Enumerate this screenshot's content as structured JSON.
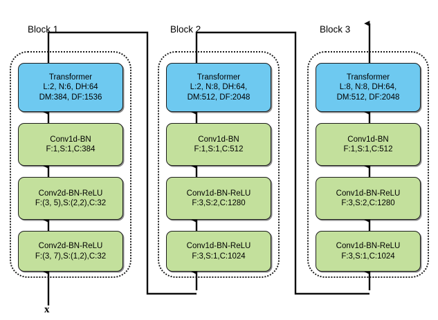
{
  "figure": {
    "type": "neural-network-architecture-diagram",
    "input_label": "x",
    "colors": {
      "transformer_fill": "#6ec9f0",
      "conv_fill": "#c3e09c",
      "stroke": "#1a1a1a",
      "background": "#ffffff"
    }
  },
  "blocks": [
    {
      "title": "Block 1",
      "layers": [
        {
          "kind": "conv",
          "line1": "Conv2d-BN-ReLU",
          "line2": "F:(3, 7),S:(1,2),C:32",
          "line3": ""
        },
        {
          "kind": "conv",
          "line1": "Conv2d-BN-ReLU",
          "line2": "F:(3, 5),S:(2,2),C:32",
          "line3": ""
        },
        {
          "kind": "conv",
          "line1": "Conv1d-BN",
          "line2": "F:1,S:1,C:384",
          "line3": ""
        },
        {
          "kind": "transformer",
          "line1": "Transformer",
          "line2": "L:2, N:6, DH:64",
          "line3": "DM:384, DF:1536"
        }
      ]
    },
    {
      "title": "Block 2",
      "layers": [
        {
          "kind": "conv",
          "line1": "Conv1d-BN-ReLU",
          "line2": "F:3,S:1,C:1024",
          "line3": ""
        },
        {
          "kind": "conv",
          "line1": "Conv1d-BN-ReLU",
          "line2": "F:3,S:2,C:1280",
          "line3": ""
        },
        {
          "kind": "conv",
          "line1": "Conv1d-BN",
          "line2": "F:1,S:1,C:512",
          "line3": ""
        },
        {
          "kind": "transformer",
          "line1": "Transformer",
          "line2": "L:2, N:8, DH:64,",
          "line3": "DM:512, DF:2048"
        }
      ]
    },
    {
      "title": "Block 3",
      "layers": [
        {
          "kind": "conv",
          "line1": "Conv1d-BN-ReLU",
          "line2": "F:3,S:1,C:1024",
          "line3": ""
        },
        {
          "kind": "conv",
          "line1": "Conv1d-BN-ReLU",
          "line2": "F:3,S:2,C:1280",
          "line3": ""
        },
        {
          "kind": "conv",
          "line1": "Conv1d-BN",
          "line2": "F:1,S:1,C:512",
          "line3": ""
        },
        {
          "kind": "transformer",
          "line1": "Transformer",
          "line2": "L:8, N:8, DH:64,",
          "line3": "DM:512, DF:2048"
        }
      ]
    }
  ]
}
